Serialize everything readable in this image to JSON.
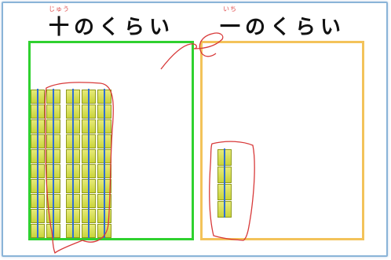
{
  "headings": {
    "tens": {
      "title": "十のくらい",
      "ruby": "じゅう"
    },
    "ones": {
      "title": "一のくらい",
      "ruby": "いち"
    }
  },
  "place_values": {
    "tens_rods": 5,
    "ones_cubes": 4
  },
  "colors": {
    "tens_border": "#2fd12f",
    "ones_border": "#f3c35a",
    "cube": "#d6dc50",
    "rod_line": "#2f6fd6",
    "ink": "#d83a3a",
    "frame": "#8ab4d8"
  }
}
